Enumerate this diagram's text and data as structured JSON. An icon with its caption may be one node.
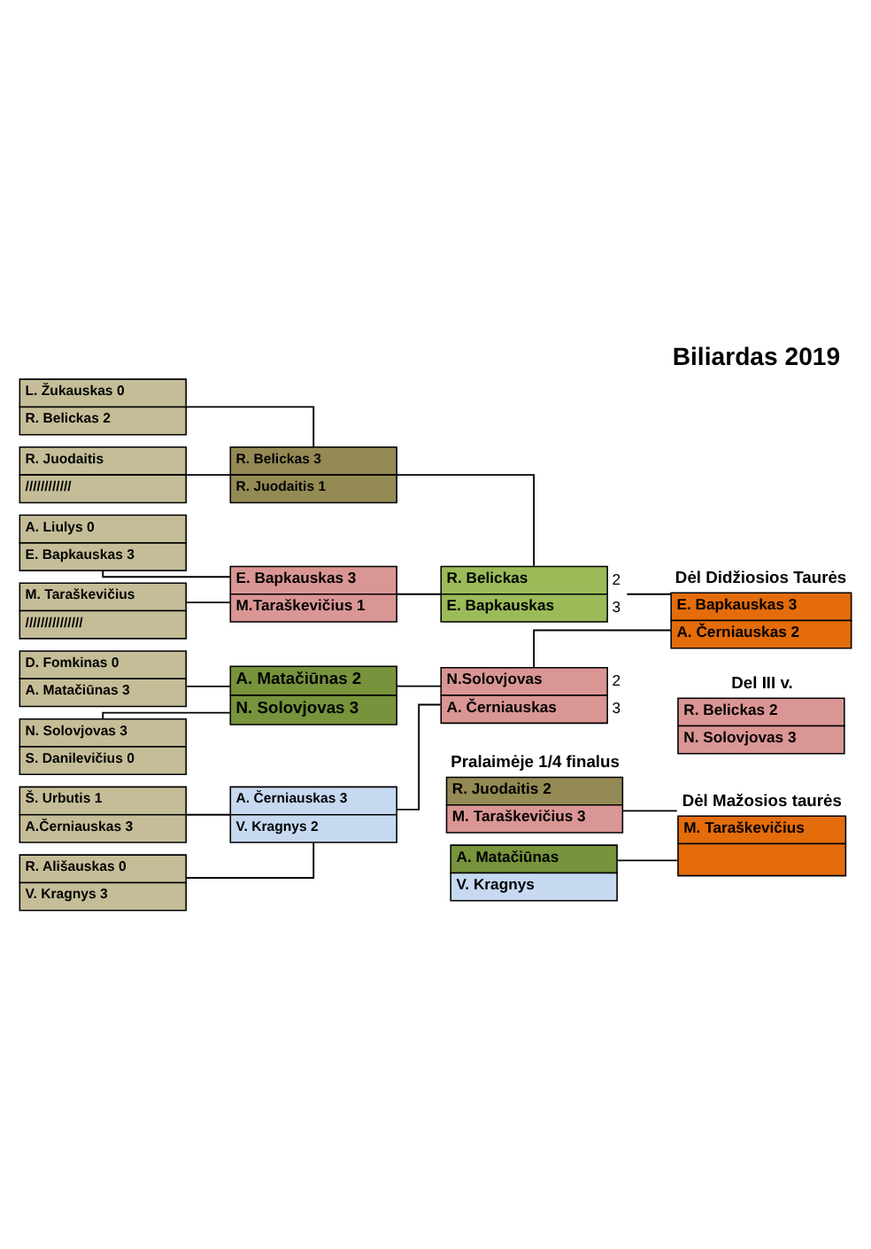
{
  "diagram": {
    "title": "Biliardas 2019",
    "nodes": [
      {
        "text": [
          "L. Žukauskas 0",
          "R. Belickas 2"
        ]
      },
      {
        "text": [
          "R. Juodaitis",
          "////////////"
        ]
      },
      {
        "text": [
          "A. Liulys 0",
          "E. Bapkauskas 3"
        ]
      },
      {
        "text": [
          "M. Taraškevičius",
          "///////////////"
        ]
      },
      {
        "text": [
          "D. Fomkinas 0",
          "A. Matačiūnas 3"
        ]
      },
      {
        "text": [
          "N. Solovjovas 3",
          "S. Danilevičius 0"
        ]
      },
      {
        "text": [
          "Š. Urbutis 1",
          "A.Černiauskas 3"
        ]
      },
      {
        "text": [
          "R. Ališauskas 0",
          "V. Kragnys 3"
        ]
      },
      {
        "text": [
          "R. Belickas 3",
          "R. Juodaitis 1"
        ]
      },
      {
        "text": [
          "E. Bapkauskas 3",
          "M.Taraškevičius 1"
        ]
      },
      {
        "text": [
          "A. Matačiūnas 2",
          "N. Solovjovas 3"
        ]
      },
      {
        "text": [
          "A. Černiauskas 3",
          "V. Kragnys 2"
        ]
      },
      {
        "text": [
          "R. Belickas",
          "E. Bapkauskas"
        ],
        "beside": [
          "2",
          "3"
        ]
      },
      {
        "text": [
          "N.Solovjovas",
          "A. Černiauskas"
        ],
        "beside": [
          "2",
          "3"
        ]
      },
      {
        "text": [
          "Dėl Didžiosios Taurės",
          "E. Bapkauskas 3",
          "A. Černiauskas 2"
        ]
      },
      {
        "text": [
          "Del III v.",
          "R. Belickas 2",
          "N. Solovjovas 3"
        ]
      },
      {
        "text": [
          "Pralaimėje 1/4 finalus",
          "R. Juodaitis 2",
          "M. Taraškevičius 3"
        ]
      },
      {
        "text": [
          "A. Matačiūnas",
          "V. Kragnys"
        ]
      },
      {
        "text": [
          "Dėl Mažosios taurės",
          "M. Taraškevičius"
        ]
      }
    ],
    "edges": [
      {
        "from": 0,
        "to": 8,
        "arrow": "none"
      },
      {
        "from": 1,
        "to": 8,
        "arrow": "none"
      },
      {
        "from": 2,
        "to": 9,
        "arrow": "none"
      },
      {
        "from": 3,
        "to": 9,
        "arrow": "none"
      },
      {
        "from": 4,
        "to": 10,
        "arrow": "none"
      },
      {
        "from": 5,
        "to": 10,
        "arrow": "none"
      },
      {
        "from": 6,
        "to": 11,
        "arrow": "none"
      },
      {
        "from": 7,
        "to": 11,
        "arrow": "none"
      },
      {
        "from": 8,
        "to": 12,
        "arrow": "none"
      },
      {
        "from": 9,
        "to": 12,
        "arrow": "none"
      },
      {
        "from": 10,
        "to": 13,
        "arrow": "none"
      },
      {
        "from": 11,
        "to": 13,
        "arrow": "none"
      },
      {
        "from": 12,
        "to": 14,
        "arrow": "none"
      },
      {
        "from": 13,
        "to": 14,
        "arrow": "none"
      },
      {
        "from": 16,
        "to": 18,
        "arrow": "none"
      },
      {
        "from": 17,
        "to": 18,
        "arrow": "none"
      }
    ]
  }
}
